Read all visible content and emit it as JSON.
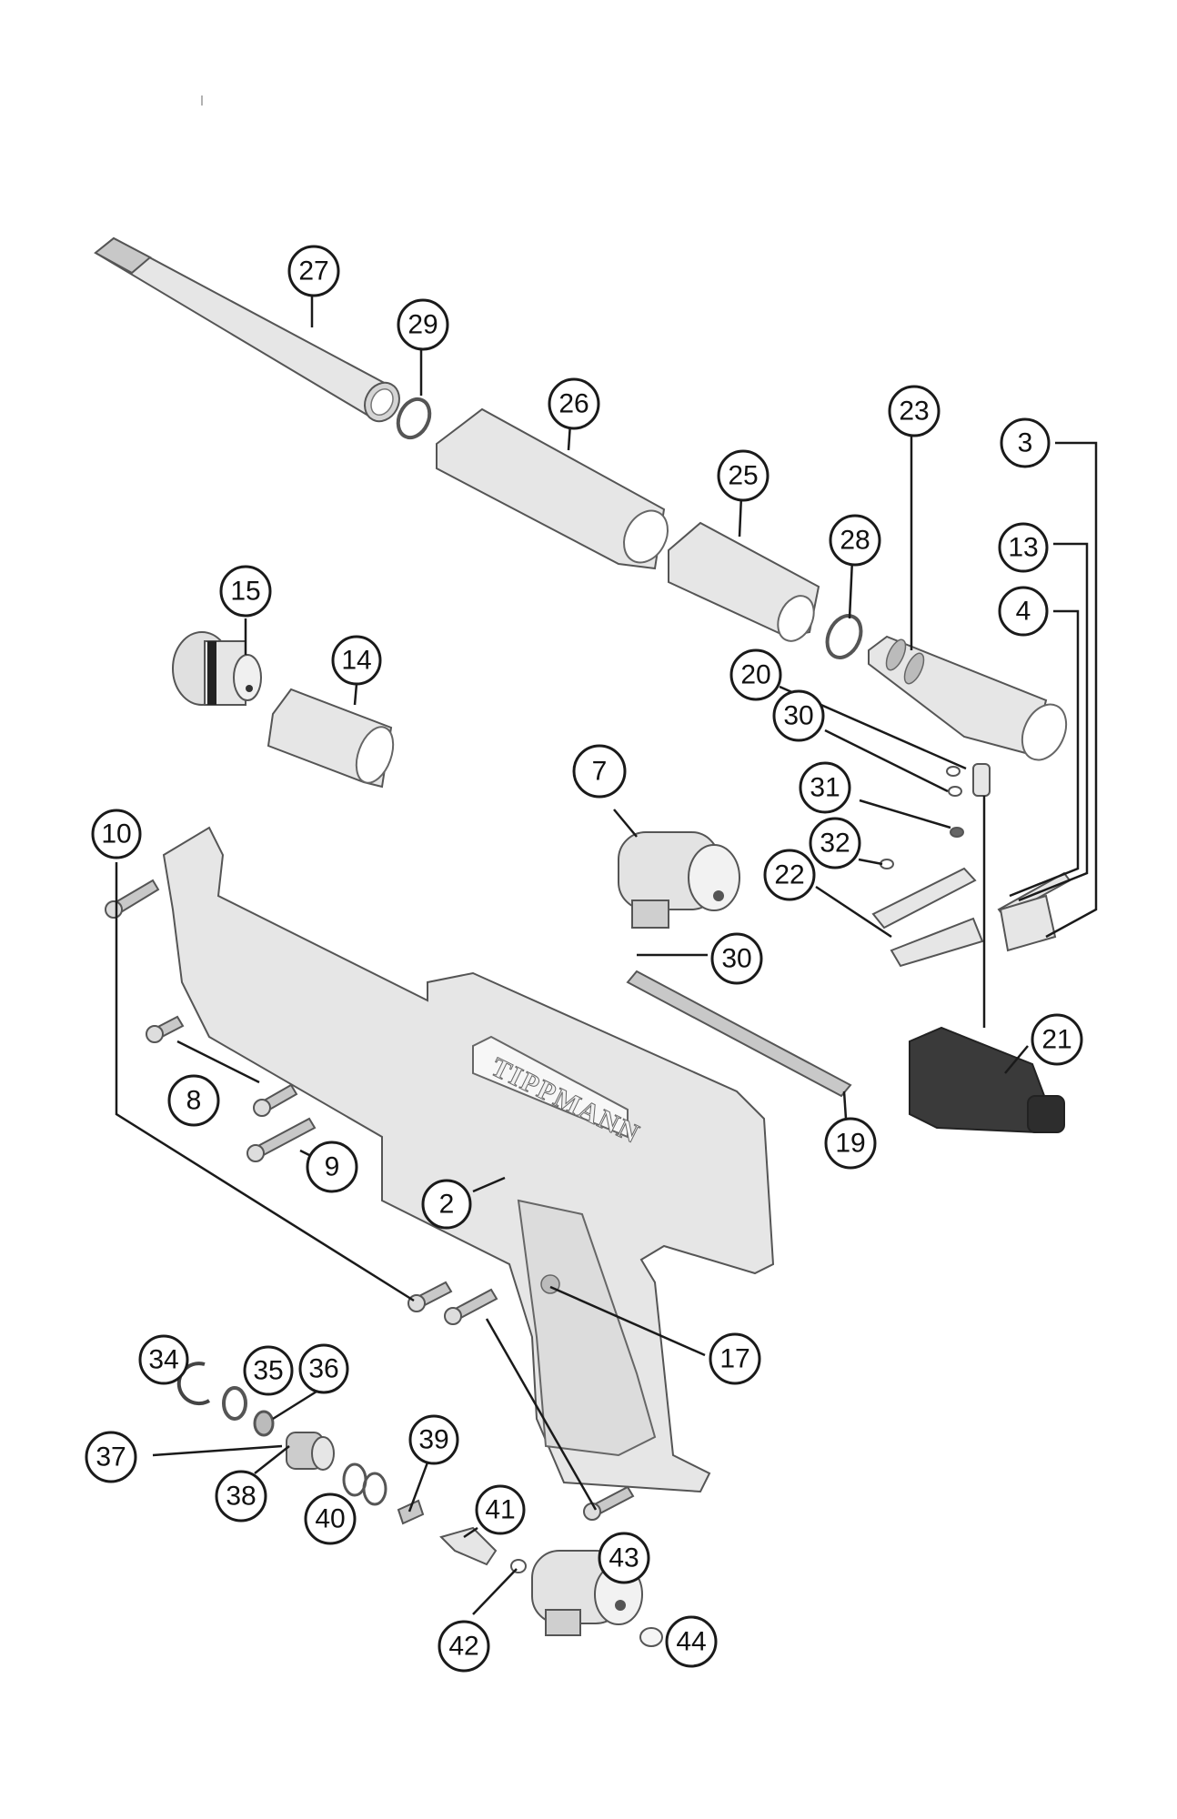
{
  "brand_text": "TIPPMANN",
  "callouts": [
    {
      "label": "2"
    },
    {
      "label": "3"
    },
    {
      "label": "4"
    },
    {
      "label": "7"
    },
    {
      "label": "8"
    },
    {
      "label": "9"
    },
    {
      "label": "10"
    },
    {
      "label": "13"
    },
    {
      "label": "14"
    },
    {
      "label": "15"
    },
    {
      "label": "17"
    },
    {
      "label": "19"
    },
    {
      "label": "20"
    },
    {
      "label": "21"
    },
    {
      "label": "22"
    },
    {
      "label": "23"
    },
    {
      "label": "25"
    },
    {
      "label": "26"
    },
    {
      "label": "27"
    },
    {
      "label": "28"
    },
    {
      "label": "29"
    },
    {
      "label": "30"
    },
    {
      "label": "30"
    },
    {
      "label": "31"
    },
    {
      "label": "32"
    },
    {
      "label": "34"
    },
    {
      "label": "35"
    },
    {
      "label": "36"
    },
    {
      "label": "37"
    },
    {
      "label": "38"
    },
    {
      "label": "39"
    },
    {
      "label": "40"
    },
    {
      "label": "41"
    },
    {
      "label": "42"
    },
    {
      "label": "43"
    },
    {
      "label": "44"
    }
  ],
  "colors": {
    "outline": "#1a1a1a",
    "part_light": "#e6e6e6",
    "part_dark": "#3a3a3a"
  }
}
